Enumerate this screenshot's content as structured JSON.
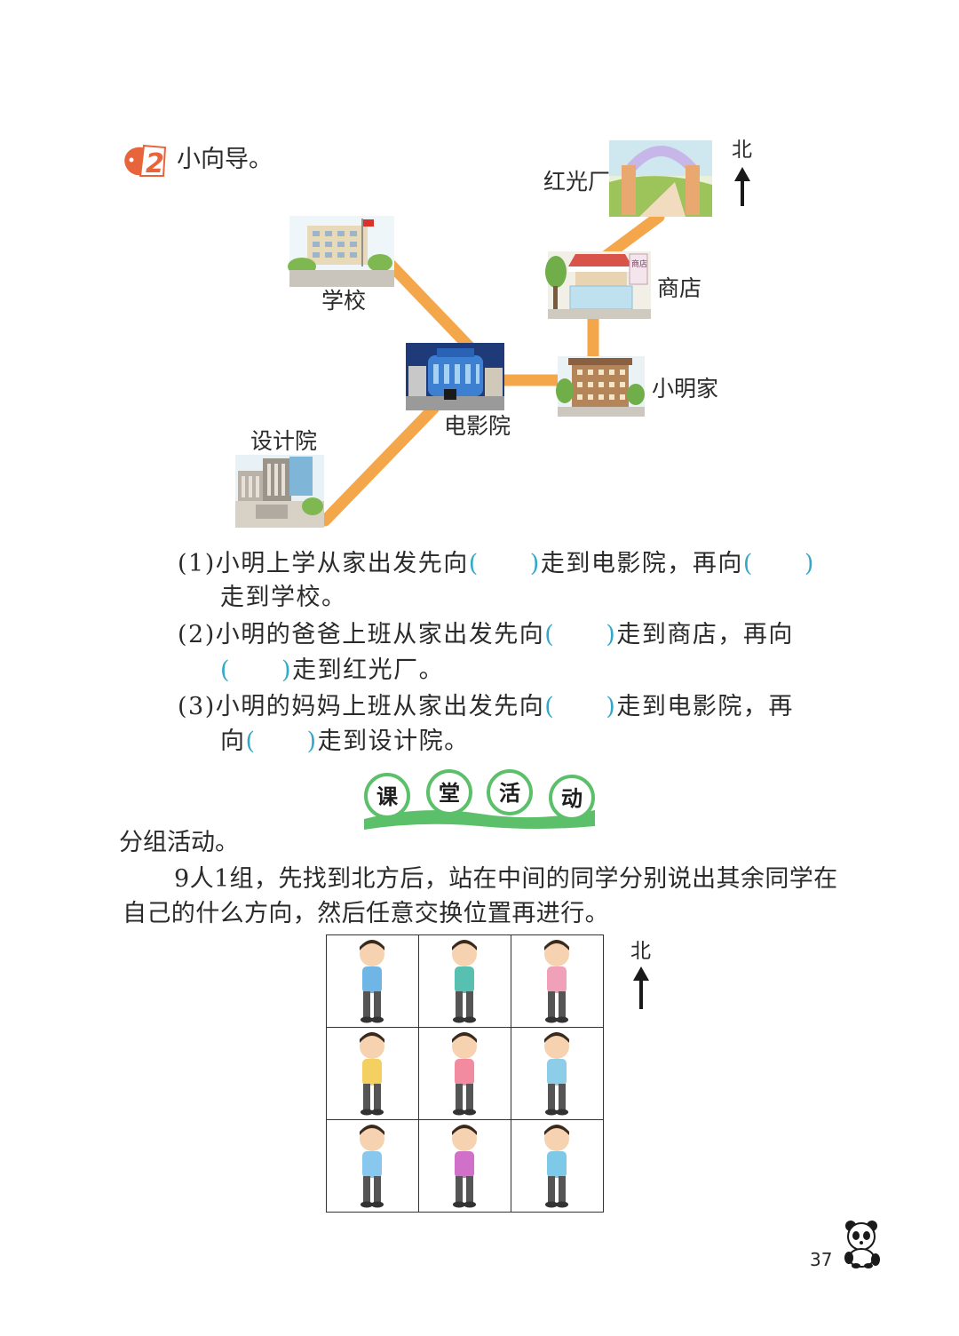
{
  "section": {
    "number": "2",
    "title": "小向导。"
  },
  "compass": {
    "north": "北"
  },
  "places": {
    "factory": "红光厂",
    "school": "学校",
    "shop": "商店",
    "shop_sign": "商店",
    "home": "小明家",
    "cinema": "电影院",
    "design": "设计院"
  },
  "questions": {
    "q1": {
      "num": "(1)",
      "a": "小明上学从家出发先向",
      "b": "走到电影院，再向",
      "c": "走到学校。"
    },
    "q2": {
      "num": "(2)",
      "a": "小明的爸爸上班从家出发先向",
      "b": "走到商店，再向",
      "c": "走到红光厂。"
    },
    "q3": {
      "num": "(3)",
      "a": "小明的妈妈上班从家出发先向",
      "b": "走到电影院，再",
      "c_pre": "向",
      "c": "走到设计院。"
    }
  },
  "activity": {
    "badge": [
      "课",
      "堂",
      "活",
      "动"
    ],
    "heading": "分组活动。",
    "para1": "9人1组，先找到北方后，站在中间的同学分别说出其余同学在",
    "para2": "自己的什么方向，然后任意交换位置再进行。"
  },
  "colors": {
    "road": "#f4a64a",
    "paren": "#34a8c8",
    "badge_green": "#5cbf6a"
  },
  "page_number": "37"
}
